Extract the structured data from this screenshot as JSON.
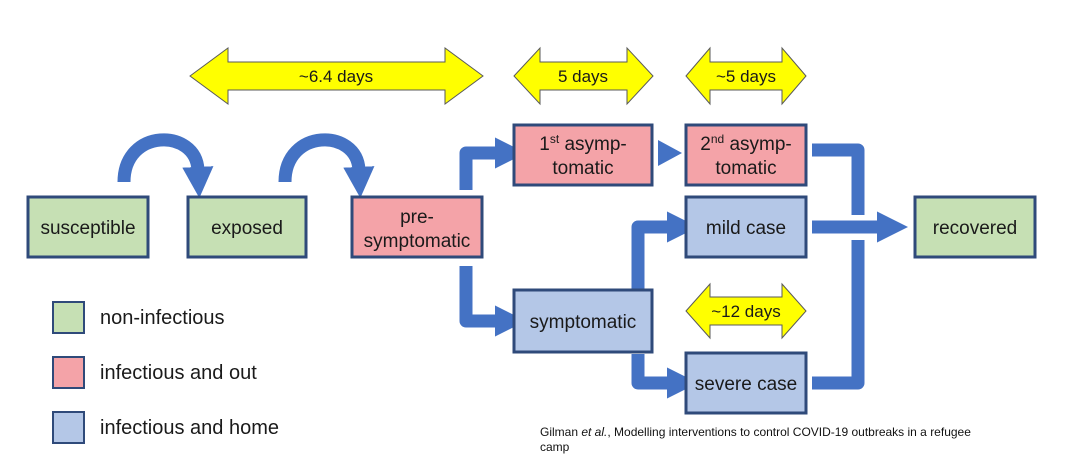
{
  "colors": {
    "non_infectious": "#c6e0b4",
    "infectious_out": "#f4a3a8",
    "infectious_home": "#b4c7e7",
    "border": "#2f4a7a",
    "flow_arrow": "#4472c4",
    "duration_arrow": "#ffff00"
  },
  "nodes": {
    "susceptible": "susceptible",
    "exposed": "exposed",
    "presymptomatic_line1": "pre-",
    "presymptomatic_line2": "symptomatic",
    "asymp1_prefix": "1",
    "asymp1_sup": "st",
    "asymp1_line1_rest": " asymp-",
    "asymp1_line2": "tomatic",
    "asymp2_prefix": "2",
    "asymp2_sup": "nd",
    "asymp2_line1_rest": " asymp-",
    "asymp2_line2": "tomatic",
    "mild": "mild case",
    "symptomatic": "symptomatic",
    "severe": "severe case",
    "recovered": "recovered"
  },
  "durations": {
    "exposed": "~6.4 days",
    "asymptomatic_first": "5 days",
    "asymptomatic_second": "~5 days",
    "severe": "~12 days"
  },
  "legend": [
    {
      "label": "non-infectious",
      "color": "#c6e0b4"
    },
    {
      "label": "infectious and out",
      "color": "#f4a3a8"
    },
    {
      "label": "infectious and home",
      "color": "#b4c7e7"
    }
  ],
  "citation": {
    "authors": "Gilman ",
    "etal": "et al.",
    "rest": ", Modelling interventions to control COVID-19 outbreaks in a refugee camp"
  }
}
